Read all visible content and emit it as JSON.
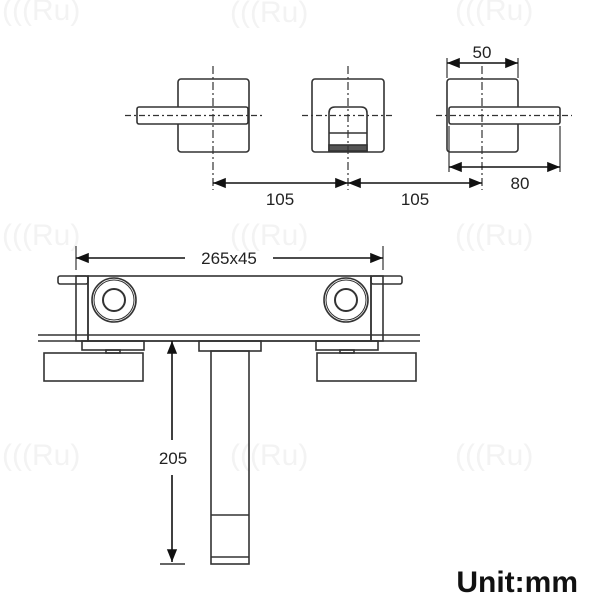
{
  "drawing": {
    "type": "technical-dimension-drawing",
    "subject": "wall-mounted three-hole faucet (two handles + spout)",
    "stroke_color": "#333333",
    "background": "#ffffff"
  },
  "top_view": {
    "dimensions": {
      "left_to_center": "105",
      "center_to_right": "105",
      "handle_plate_width": "50",
      "handle_lever_length": "80"
    }
  },
  "front_view": {
    "dimensions": {
      "valve_body": "265x45",
      "spout_length": "205"
    }
  },
  "unit_label": "Unit:mm"
}
